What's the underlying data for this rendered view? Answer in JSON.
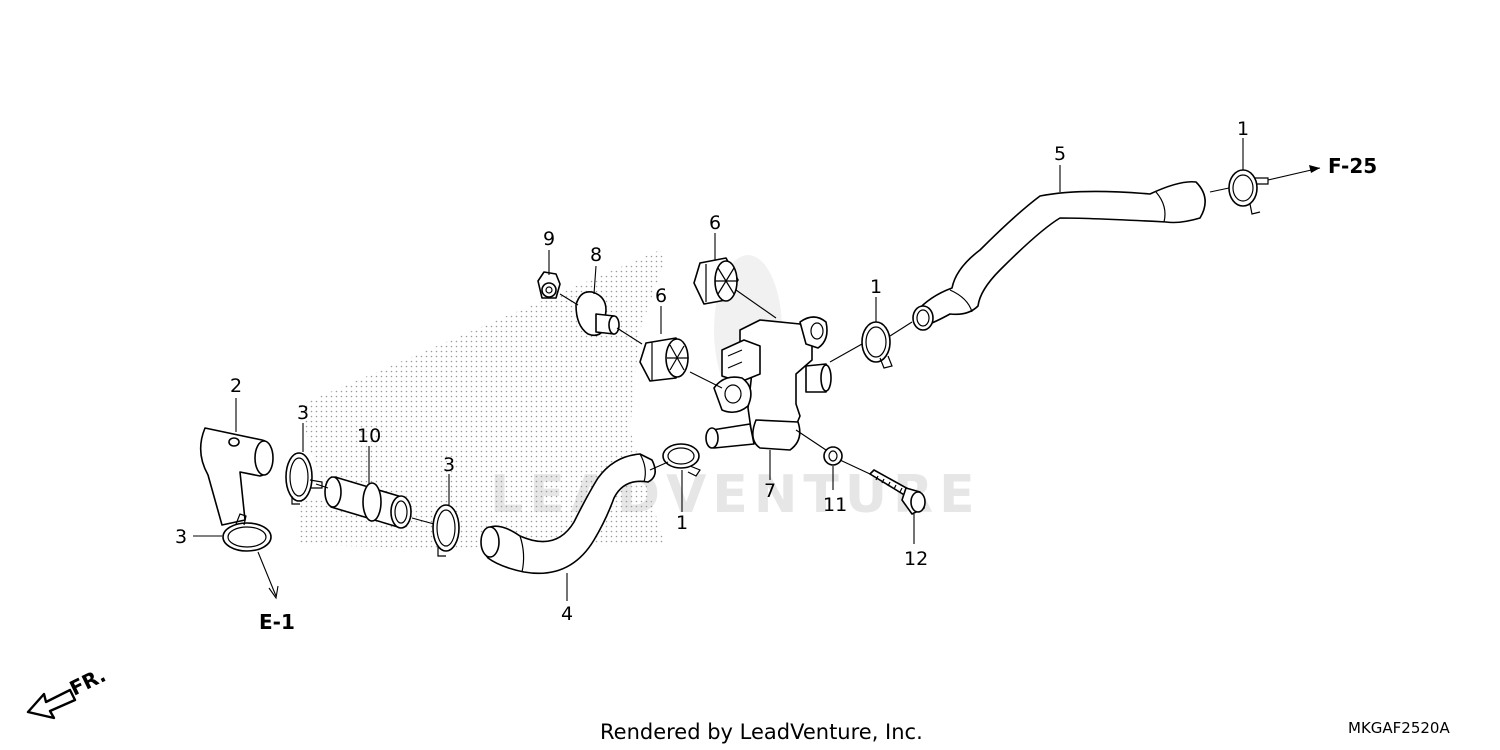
{
  "callouts": {
    "c1a": "1",
    "c1b": "1",
    "c1c": "1",
    "c2": "2",
    "c3a": "3",
    "c3b": "3",
    "c3c": "3",
    "c4": "4",
    "c5": "5",
    "c6a": "6",
    "c6b": "6",
    "c7": "7",
    "c8": "8",
    "c9": "9",
    "c10": "10",
    "c11": "11",
    "c12": "12"
  },
  "refs": {
    "f25": "F-25",
    "e1": "E-1",
    "fr": "FR."
  },
  "watermark": "LEADVENTURE",
  "footer": {
    "rendered_by": "Rendered by LeadVenture, Inc.",
    "diagram_code": "MKGAF2520A"
  }
}
